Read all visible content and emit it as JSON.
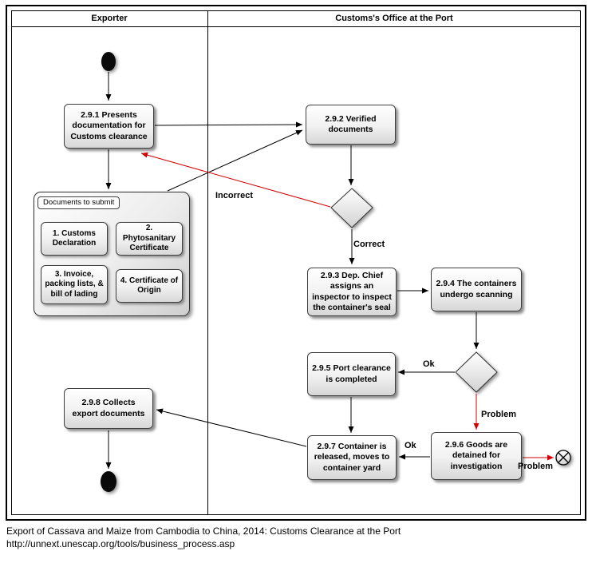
{
  "lanes": {
    "exporter": "Exporter",
    "customs": "Customs's Office at the Port"
  },
  "nodes": {
    "n291": "2.9.1 Presents documentation for Customs clearance",
    "n292": "2.9.2 Verified documents",
    "n293": "2.9.3 Dep. Chief assigns an inspector to inspect the container's seal",
    "n294": "2.9.4 The containers undergo scanning",
    "n295": "2.9.5 Port clearance is completed",
    "n296": "2.9.6 Goods are detained for investigation",
    "n297": "2.9.7 Container is released, moves to container yard",
    "n298": "2.9.8 Collects export documents"
  },
  "documents": {
    "title": "Documents to submit",
    "items": [
      "1. Customs Declaration",
      "2. Phytosanitary Certificate",
      "3. Invoice, packing lists, & bill of lading",
      "4. Certificate of Origin"
    ]
  },
  "edges": {
    "incorrect": "Incorrect",
    "correct": "Correct",
    "ok_top": "Ok",
    "problem_vertical": "Problem",
    "ok_bottom": "Ok",
    "problem_horizontal": "Problem"
  },
  "colors": {
    "error_flow": "#d40000",
    "normal_flow": "#000000"
  },
  "caption": {
    "line1": "Export of Cassava and Maize from Cambodia to China, 2014: Customs Clearance at the Port",
    "line2": "http://unnext.unescap.org/tools/business_process.asp"
  }
}
